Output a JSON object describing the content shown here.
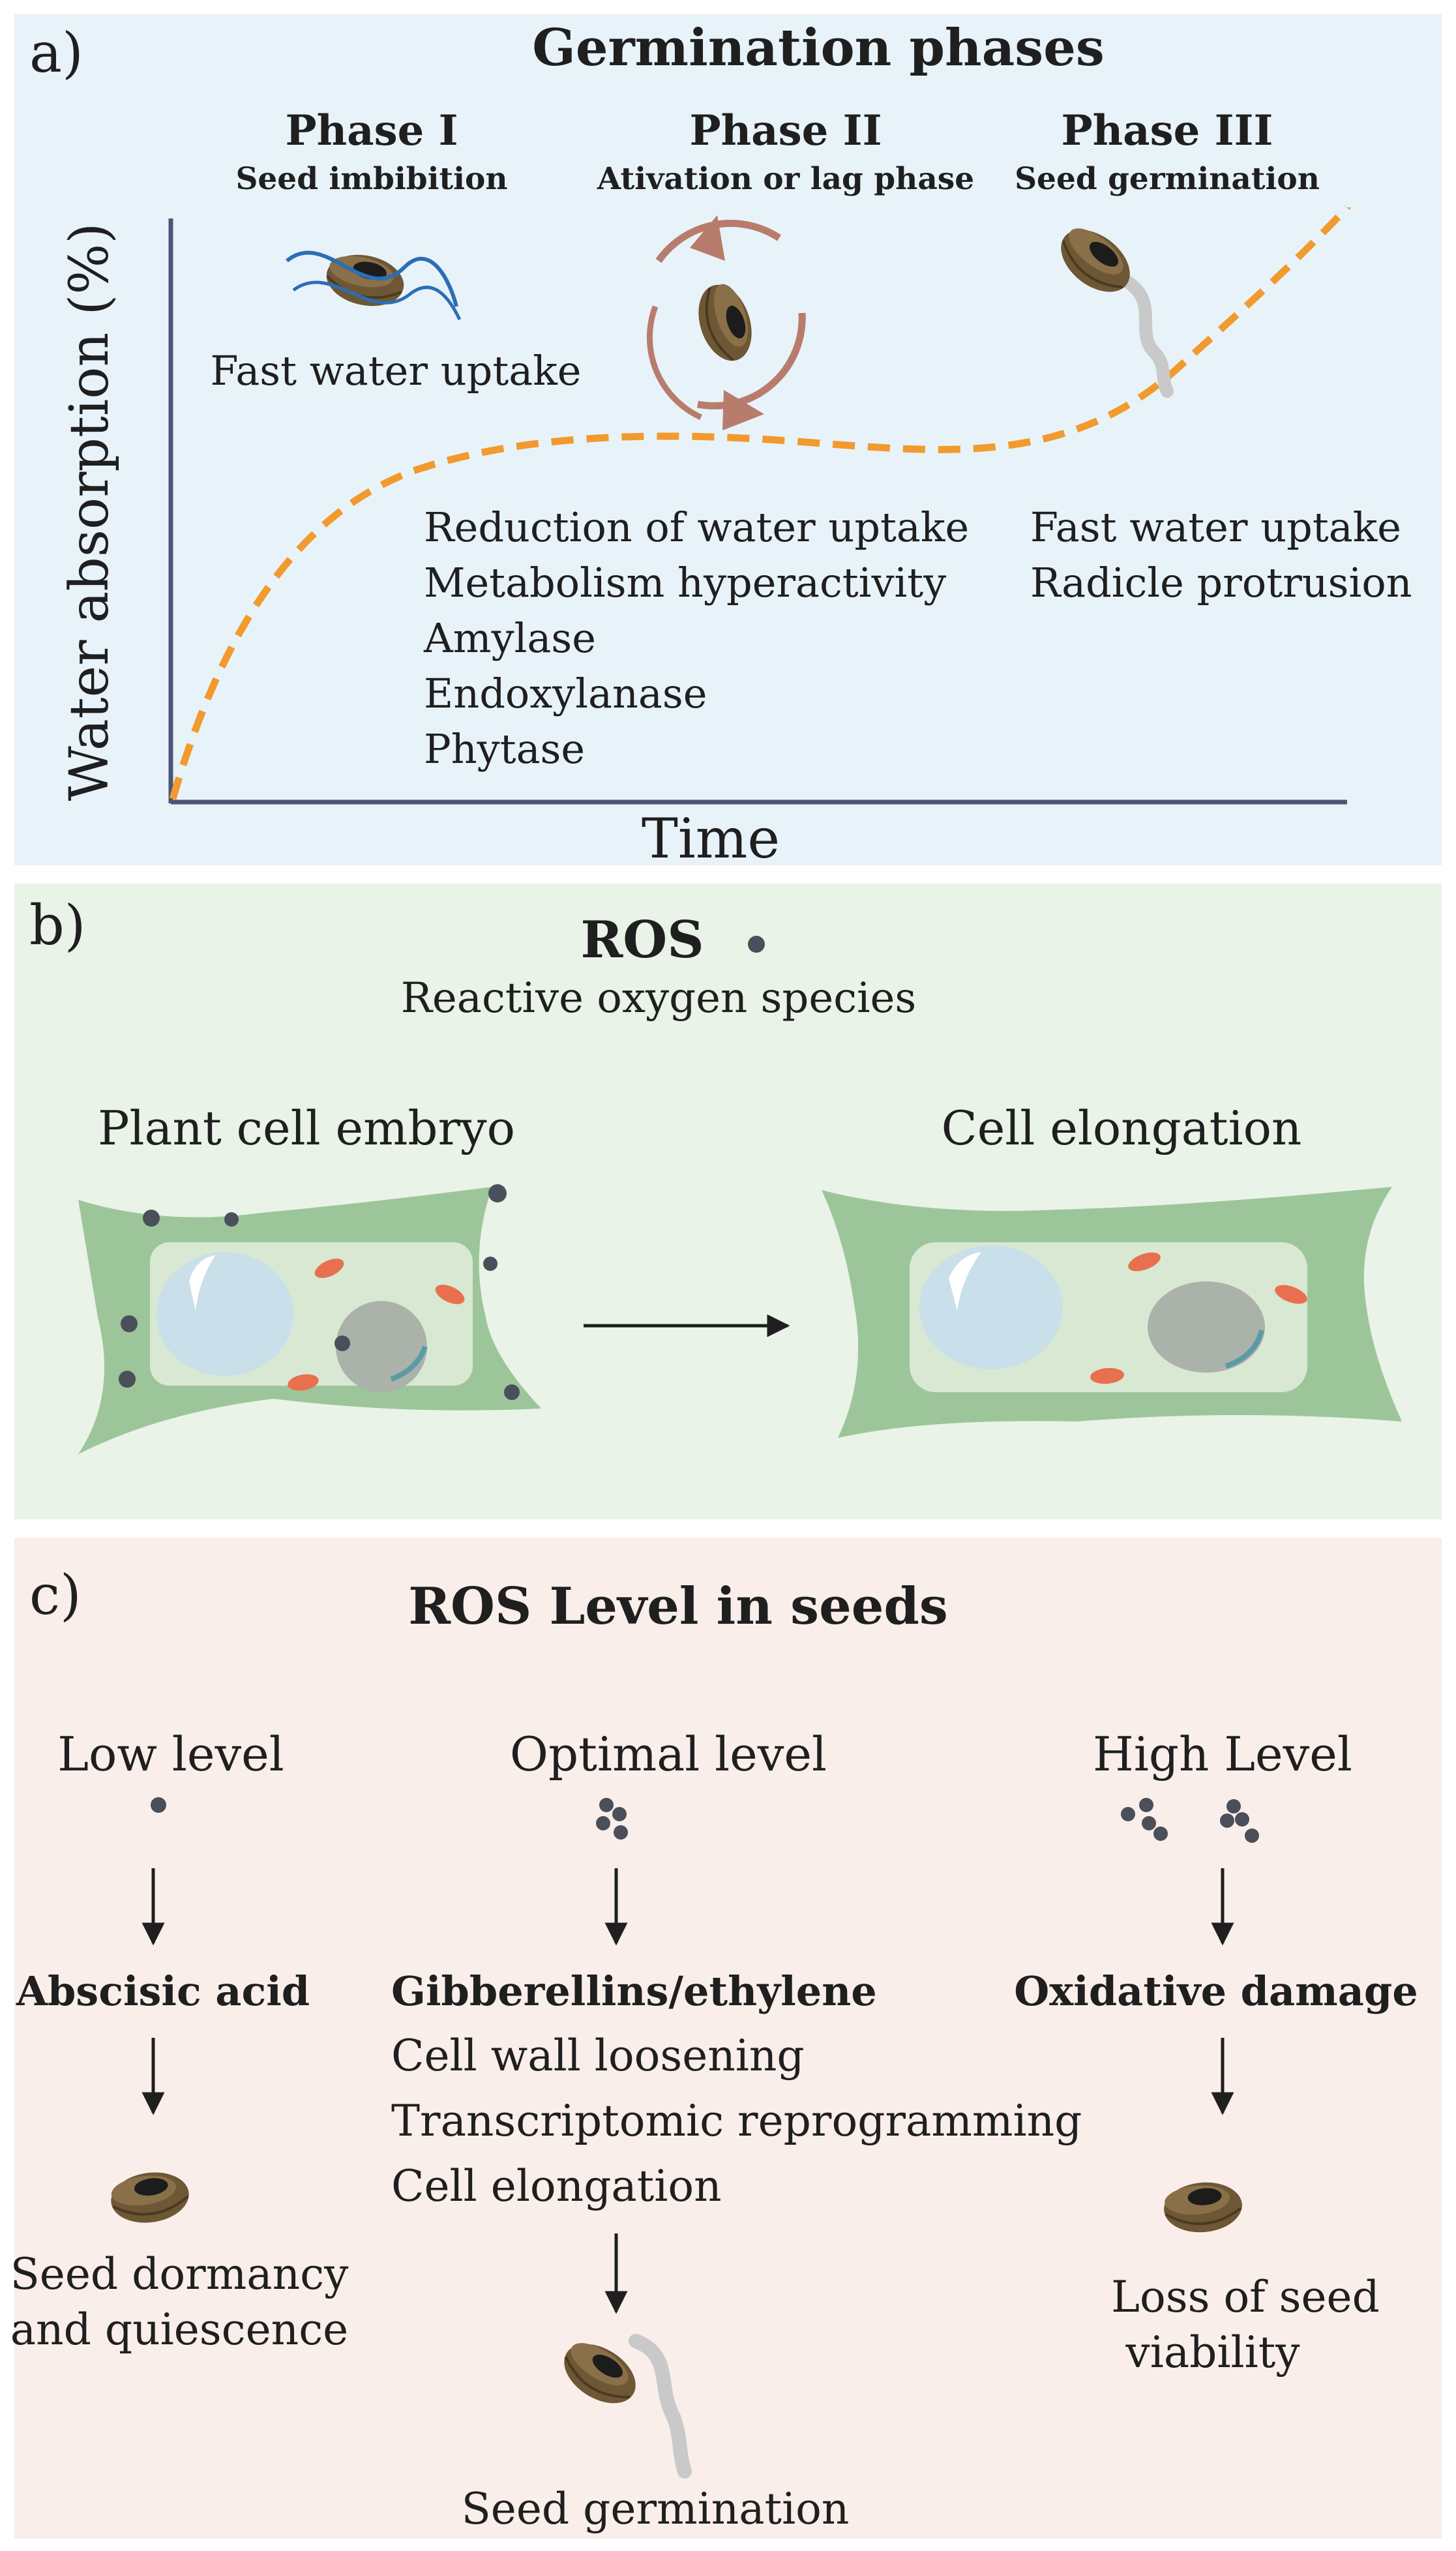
{
  "panel_a": {
    "letter": "a)",
    "title": "Germination phases",
    "y_axis_label": "Water absorption (%)",
    "x_axis_label": "Time",
    "phase1": {
      "name": "Phase I",
      "subtitle": "Seed imbibition",
      "note": "Fast water uptake"
    },
    "phase2": {
      "name": "Phase II",
      "subtitle": "Ativation or lag phase",
      "notes": [
        "Reduction of water uptake",
        "Metabolism hyperactivity",
        "Amylase",
        "Endoxylanase",
        "Phytase"
      ]
    },
    "phase3": {
      "name": "Phase III",
      "subtitle": "Seed germination",
      "notes": [
        "Fast water uptake",
        "Radicle protrusion"
      ]
    }
  },
  "panel_b": {
    "letter": "b)",
    "title": "ROS",
    "subtitle": "Reactive oxygen species",
    "left_label": "Plant cell embryo",
    "right_label": "Cell elongation"
  },
  "panel_c": {
    "letter": "c)",
    "title": "ROS Level in seeds",
    "low": {
      "level": "Low level",
      "hormone": "Abscisic acid",
      "outcome": [
        "Seed dormancy",
        "and quiescence"
      ]
    },
    "optimal": {
      "level": "Optimal level",
      "hormone": "Gibberellins/ethylene",
      "effects": [
        "Cell wall loosening",
        "Transcriptomic reprogramming",
        "Cell elongation"
      ],
      "outcome": "Seed germination"
    },
    "high": {
      "level": "High Level",
      "hormone": "Oxidative damage",
      "outcome": [
        "Loss of seed",
        "viability"
      ]
    }
  },
  "colors": {
    "panel_a_bg": "#e8f3f9",
    "panel_b_bg": "#e9f3e7",
    "panel_c_bg": "#f9eeea",
    "curve": "#f29a2e",
    "axis": "#4a5677",
    "cell_wall": "#9dc59a",
    "seed": "#6e5734",
    "ros_dot": "#4b4f59",
    "mitochondria": "#e8704f",
    "cycle_arrow": "#b87c6d"
  }
}
